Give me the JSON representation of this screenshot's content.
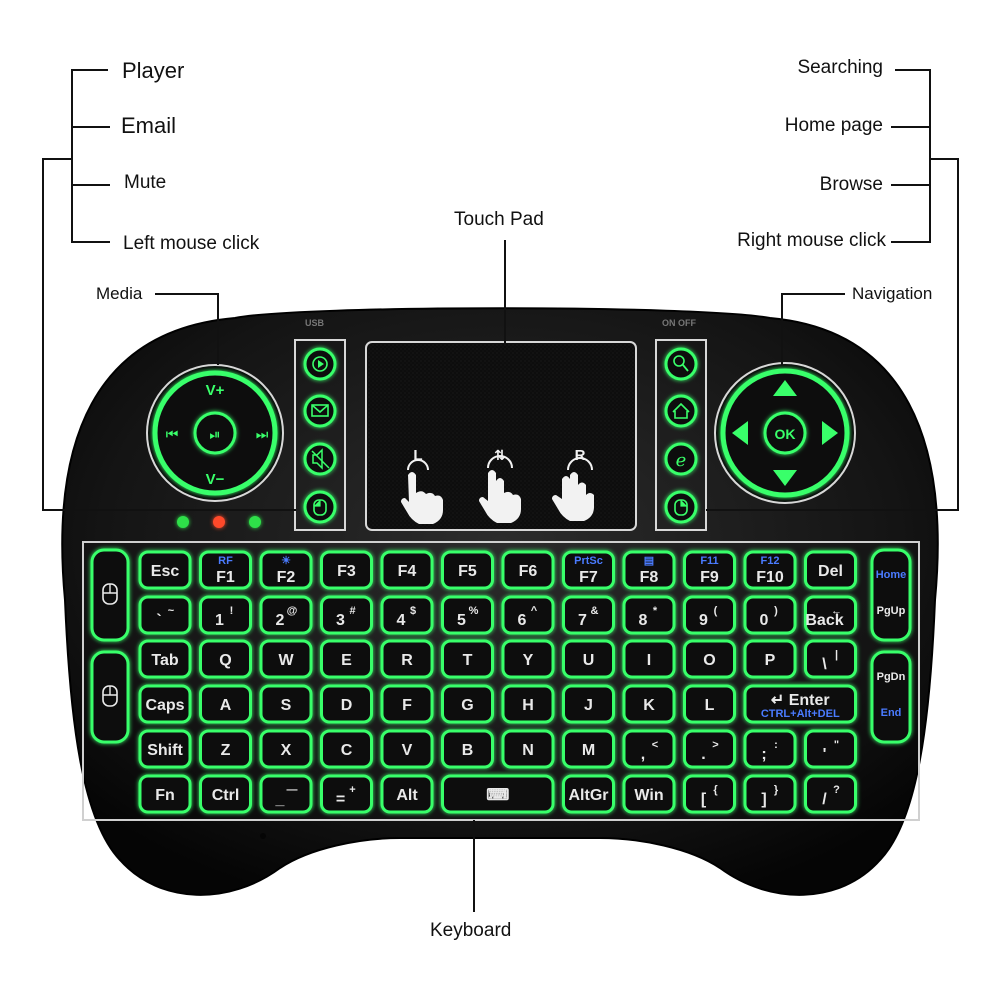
{
  "labels": {
    "player": "Player",
    "email": "Email",
    "mute": "Mute",
    "left_click": "Left mouse click",
    "media": "Media",
    "touch_pad": "Touch Pad",
    "searching": "Searching",
    "home_page": "Home page",
    "browse": "Browse",
    "right_click": "Right mouse click",
    "navigation": "Navigation",
    "keyboard": "Keyboard"
  },
  "device": {
    "usb": "USB",
    "on_off": "ON  OFF",
    "media_pad": {
      "vol_up": "V+",
      "vol_down": "V−",
      "prev": "⏮",
      "play": "⏯",
      "next": "⏭"
    },
    "nav_pad": {
      "ok": "OK"
    },
    "touchpad": {
      "left": "L",
      "scroll": "⇅",
      "right": "R"
    },
    "led_colors": [
      "#2fe04a",
      "#ff4a2a",
      "#2fe04a"
    ],
    "accent_color": "#39ff6a"
  },
  "keyboard_rows": [
    [
      {
        "main": "Esc"
      },
      {
        "main": "F1",
        "sub": "RF"
      },
      {
        "main": "F2",
        "sub": "☀"
      },
      {
        "main": "F3"
      },
      {
        "main": "F4"
      },
      {
        "main": "F5"
      },
      {
        "main": "F6"
      },
      {
        "main": "F7",
        "sub": "PrtSc"
      },
      {
        "main": "F8",
        "sub": "▤"
      },
      {
        "main": "F9",
        "sub": "F11"
      },
      {
        "main": "F10",
        "sub": "F12"
      },
      {
        "main": "Del"
      }
    ],
    [
      {
        "main": "`",
        "alt": "~"
      },
      {
        "main": "1",
        "alt": "!"
      },
      {
        "main": "2",
        "alt": "@"
      },
      {
        "main": "3",
        "alt": "#"
      },
      {
        "main": "4",
        "alt": "$"
      },
      {
        "main": "5",
        "alt": "%"
      },
      {
        "main": "6",
        "alt": "^"
      },
      {
        "main": "7",
        "alt": "&"
      },
      {
        "main": "8",
        "alt": "*"
      },
      {
        "main": "9",
        "alt": "("
      },
      {
        "main": "0",
        "alt": ")"
      },
      {
        "main": "Back",
        "alt": "←"
      }
    ],
    [
      {
        "main": "Tab"
      },
      {
        "main": "Q"
      },
      {
        "main": "W"
      },
      {
        "main": "E"
      },
      {
        "main": "R"
      },
      {
        "main": "T"
      },
      {
        "main": "Y"
      },
      {
        "main": "U"
      },
      {
        "main": "I"
      },
      {
        "main": "O"
      },
      {
        "main": "P"
      },
      {
        "main": "\\",
        "alt": "|"
      }
    ],
    [
      {
        "main": "Caps"
      },
      {
        "main": "A"
      },
      {
        "main": "S"
      },
      {
        "main": "D"
      },
      {
        "main": "F"
      },
      {
        "main": "G"
      },
      {
        "main": "H"
      },
      {
        "main": "J"
      },
      {
        "main": "K"
      },
      {
        "main": "L"
      },
      {
        "main": "↵ Enter",
        "sub": "CTRL+Alt+DEL",
        "wide": true
      }
    ],
    [
      {
        "main": "Shift"
      },
      {
        "main": "Z"
      },
      {
        "main": "X"
      },
      {
        "main": "C"
      },
      {
        "main": "V"
      },
      {
        "main": "B"
      },
      {
        "main": "N"
      },
      {
        "main": "M"
      },
      {
        "main": ",",
        "alt": "<"
      },
      {
        "main": ".",
        "alt": ">"
      },
      {
        "main": ";",
        "alt": ":"
      },
      {
        "main": "'",
        "alt": "\""
      }
    ],
    [
      {
        "main": "Fn",
        "blue": true
      },
      {
        "main": "Ctrl"
      },
      {
        "main": "_",
        "alt": "—"
      },
      {
        "main": "=",
        "alt": "+"
      },
      {
        "main": "Alt"
      },
      {
        "main": "⌨",
        "space": true
      },
      {
        "main": "AltGr"
      },
      {
        "main": "Win"
      },
      {
        "main": "[",
        "alt": "{"
      },
      {
        "main": "]",
        "alt": "}"
      },
      {
        "main": "/",
        "alt": "?"
      }
    ]
  ],
  "side_keys": {
    "right": [
      {
        "top": "Home",
        "bottom": "PgUp"
      },
      {
        "top": "PgDn",
        "bottom": "End"
      }
    ]
  }
}
